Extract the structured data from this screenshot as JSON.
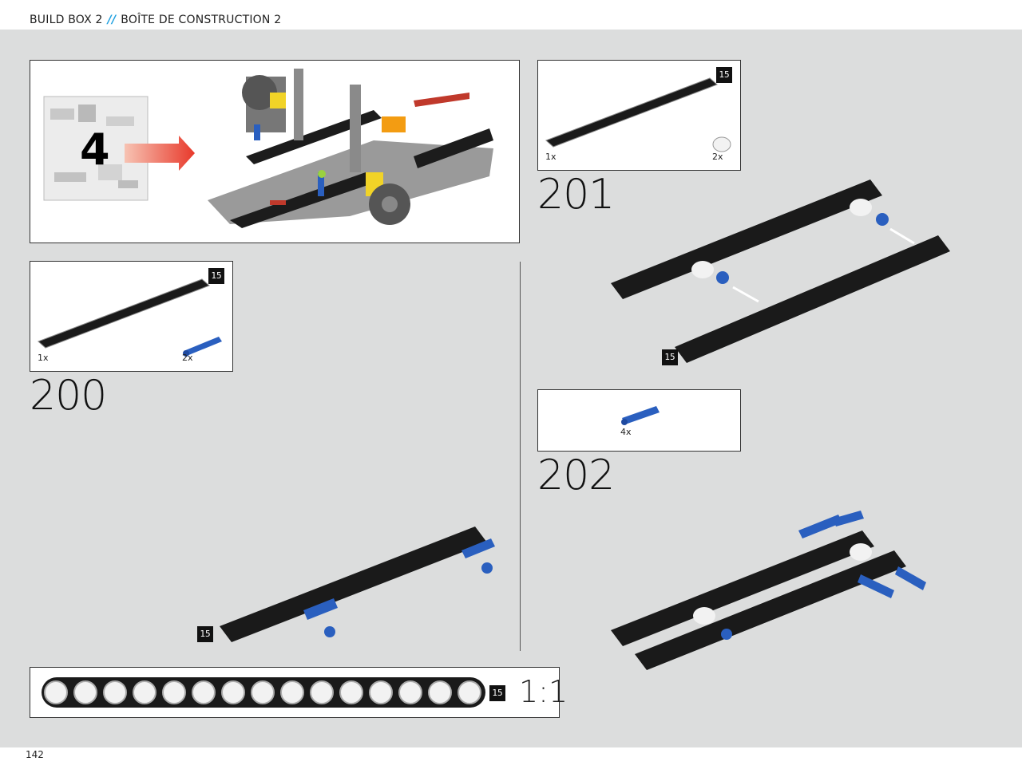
{
  "header": {
    "left_title": "BUILD BOX 2",
    "separator": "//",
    "right_title": "BOÎTE DE CONSTRUCTION 2"
  },
  "page_number": "142",
  "bag_panel": {
    "bag_number": "4"
  },
  "steps": [
    {
      "number": "200",
      "parts": [
        {
          "qty": "1x",
          "part": "beam-15",
          "badge": "15"
        },
        {
          "qty": "2x",
          "part": "blue-pin"
        }
      ],
      "assembly_badge": "15"
    },
    {
      "number": "201",
      "parts": [
        {
          "qty": "1x",
          "part": "beam-15",
          "badge": "15"
        },
        {
          "qty": "2x",
          "part": "white-bush"
        }
      ],
      "assembly_badge": "15"
    },
    {
      "number": "202",
      "parts": [
        {
          "qty": "4x",
          "part": "blue-pin"
        }
      ]
    }
  ],
  "scale_bar": {
    "badge": "15",
    "label": "1:1"
  },
  "colors": {
    "page_background": "#dcdddd",
    "beam": "#1a1a1a",
    "pin": "#2a5fbf",
    "arrow": "#e8392b",
    "separator": "#1ea0e0"
  }
}
